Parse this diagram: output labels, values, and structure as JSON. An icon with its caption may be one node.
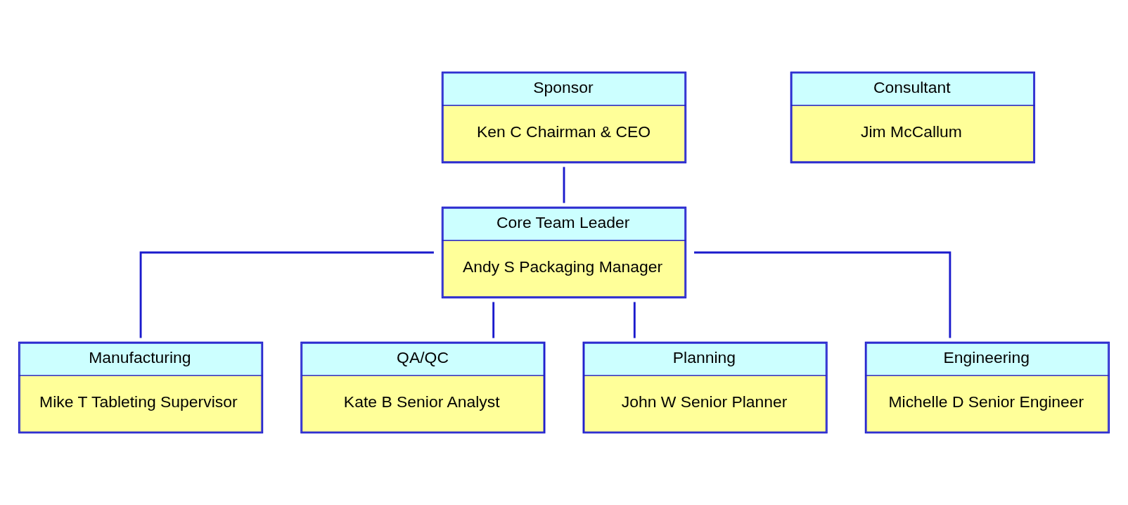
{
  "diagram": {
    "nodes": [
      {
        "text": [
          "Sponsor",
          "Ken C Chairman & CEO"
        ]
      },
      {
        "text": [
          "Consultant",
          "Jim McCallum"
        ]
      },
      {
        "text": [
          "Core Team Leader",
          "Andy S Packaging Manager"
        ]
      },
      {
        "text": [
          "Manufacturing",
          "Mike T Tableting Supervisor"
        ]
      },
      {
        "text": [
          "QA/QC",
          "Kate B Senior Analyst"
        ]
      },
      {
        "text": [
          "Planning",
          "John W Senior Planner"
        ]
      },
      {
        "text": [
          "Engineering",
          "Michelle D Senior Engineer"
        ]
      }
    ],
    "edges": [
      {
        "from": 0,
        "to": 2,
        "arrow": "none"
      },
      {
        "from": 2,
        "to": 3,
        "arrow": "none"
      },
      {
        "from": 2,
        "to": 4,
        "arrow": "none"
      },
      {
        "from": 2,
        "to": 5,
        "arrow": "none"
      },
      {
        "from": 2,
        "to": 6,
        "arrow": "none"
      }
    ]
  }
}
